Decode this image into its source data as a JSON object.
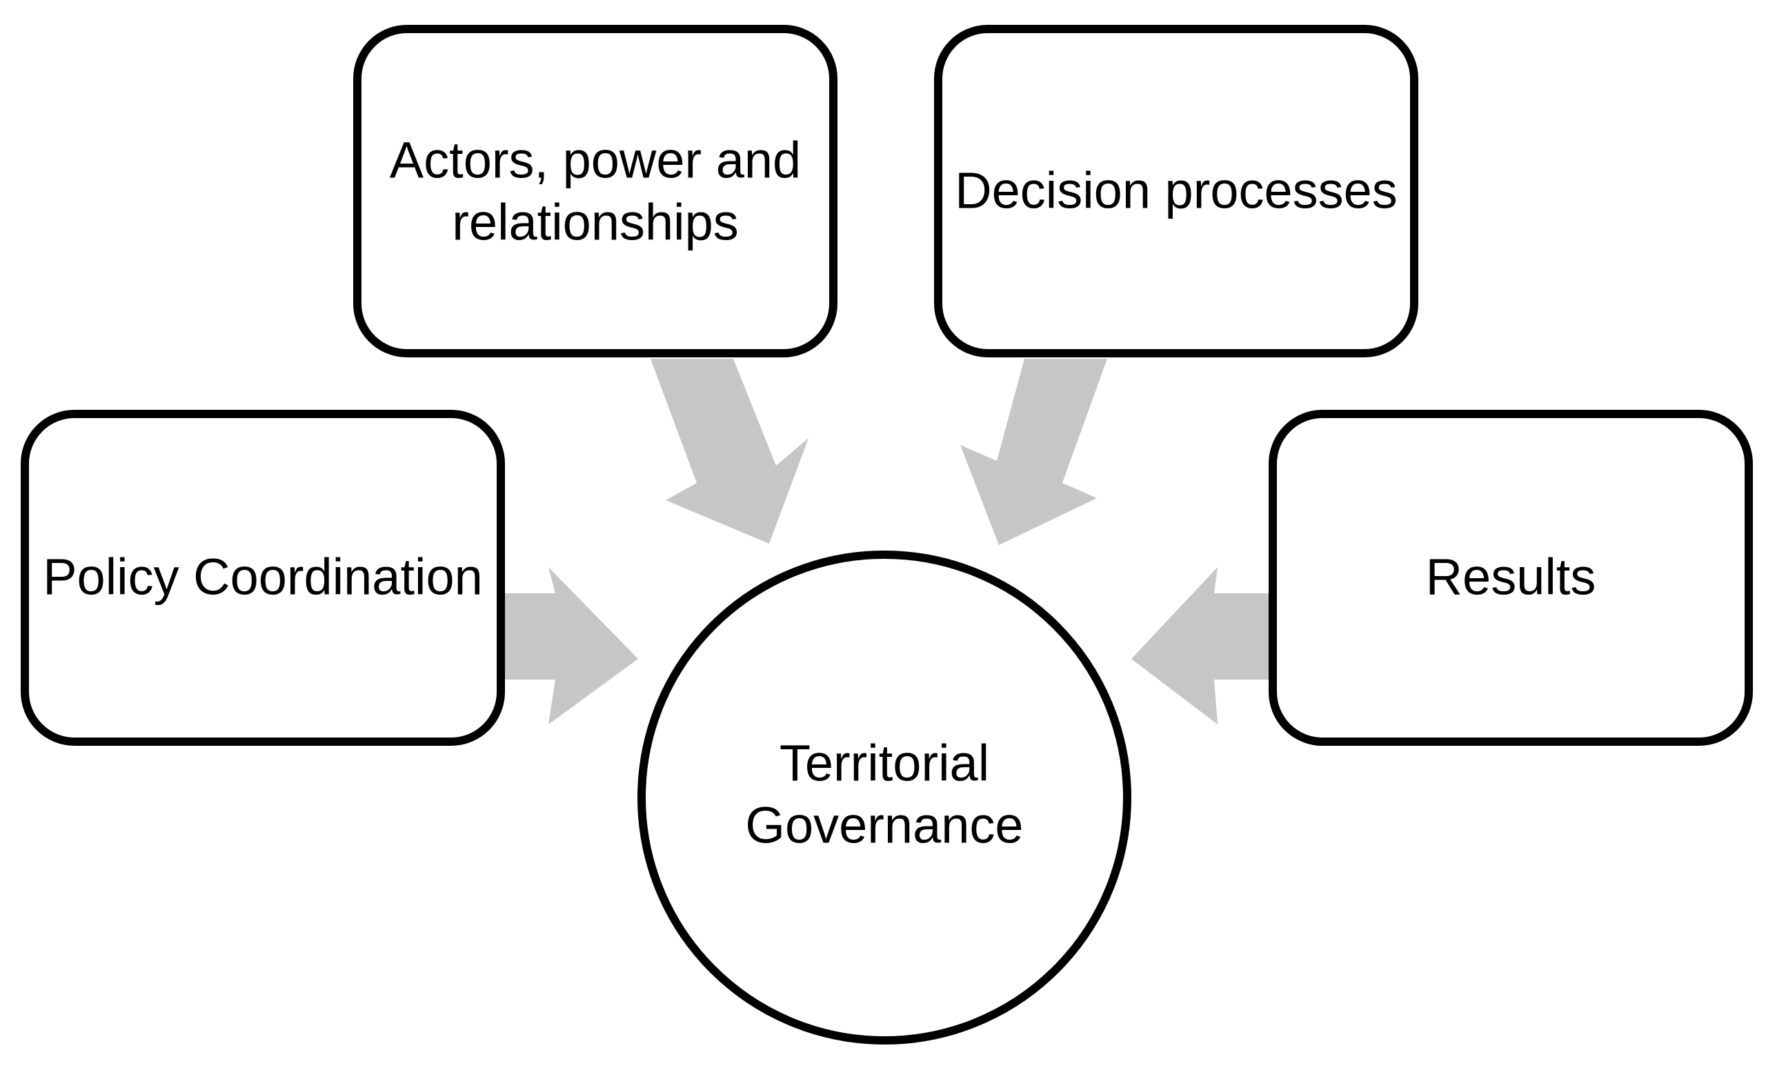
{
  "diagram": {
    "center": {
      "line1": "Territorial",
      "line2": "Governance"
    },
    "nodes": {
      "actors": {
        "line1": "Actors, power and",
        "line2": "relationships"
      },
      "decision": {
        "label": "Decision processes"
      },
      "policy": {
        "label": "Policy Coordination"
      },
      "results": {
        "label": "Results"
      }
    },
    "colors": {
      "arrow": "#c6c6c6",
      "border": "#000000",
      "background": "#ffffff"
    }
  }
}
